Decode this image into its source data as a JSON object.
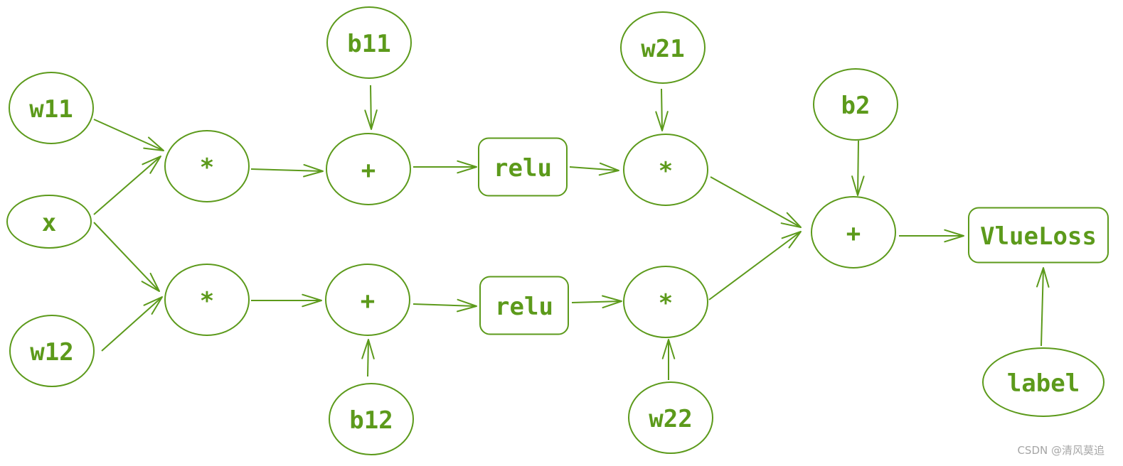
{
  "colors": {
    "stroke": "#5c9a1b",
    "text": "#5c9a1b",
    "background": "#ffffff",
    "watermark": "#a6a6a6"
  },
  "nodes": [
    {
      "id": "w11",
      "label": "w11",
      "shape": "ellipse"
    },
    {
      "id": "x",
      "label": "x",
      "shape": "ellipse"
    },
    {
      "id": "w12",
      "label": "w12",
      "shape": "ellipse"
    },
    {
      "id": "mul11",
      "label": "*",
      "shape": "ellipse"
    },
    {
      "id": "mul12",
      "label": "*",
      "shape": "ellipse"
    },
    {
      "id": "b11",
      "label": "b11",
      "shape": "ellipse"
    },
    {
      "id": "add11",
      "label": "+",
      "shape": "ellipse"
    },
    {
      "id": "b12",
      "label": "b12",
      "shape": "ellipse"
    },
    {
      "id": "add12",
      "label": "+",
      "shape": "ellipse"
    },
    {
      "id": "relu1",
      "label": "relu",
      "shape": "rect"
    },
    {
      "id": "relu2",
      "label": "relu",
      "shape": "rect"
    },
    {
      "id": "w21",
      "label": "w21",
      "shape": "ellipse"
    },
    {
      "id": "mul21",
      "label": "*",
      "shape": "ellipse"
    },
    {
      "id": "w22",
      "label": "w22",
      "shape": "ellipse"
    },
    {
      "id": "mul22",
      "label": "*",
      "shape": "ellipse"
    },
    {
      "id": "b2",
      "label": "b2",
      "shape": "ellipse"
    },
    {
      "id": "add2",
      "label": "+",
      "shape": "ellipse"
    },
    {
      "id": "loss",
      "label": "VlueLoss",
      "shape": "rect"
    },
    {
      "id": "label",
      "label": "label",
      "shape": "ellipse"
    }
  ],
  "edges": [
    {
      "from": "w11",
      "to": "mul11"
    },
    {
      "from": "x",
      "to": "mul11"
    },
    {
      "from": "x",
      "to": "mul12"
    },
    {
      "from": "w12",
      "to": "mul12"
    },
    {
      "from": "mul11",
      "to": "add11"
    },
    {
      "from": "b11",
      "to": "add11"
    },
    {
      "from": "mul12",
      "to": "add12"
    },
    {
      "from": "b12",
      "to": "add12"
    },
    {
      "from": "add11",
      "to": "relu1"
    },
    {
      "from": "add12",
      "to": "relu2"
    },
    {
      "from": "relu1",
      "to": "mul21"
    },
    {
      "from": "w21",
      "to": "mul21"
    },
    {
      "from": "relu2",
      "to": "mul22"
    },
    {
      "from": "w22",
      "to": "mul22"
    },
    {
      "from": "mul21",
      "to": "add2"
    },
    {
      "from": "mul22",
      "to": "add2"
    },
    {
      "from": "b2",
      "to": "add2"
    },
    {
      "from": "add2",
      "to": "loss"
    },
    {
      "from": "label",
      "to": "loss"
    }
  ],
  "watermark": "CSDN @清风莫追"
}
